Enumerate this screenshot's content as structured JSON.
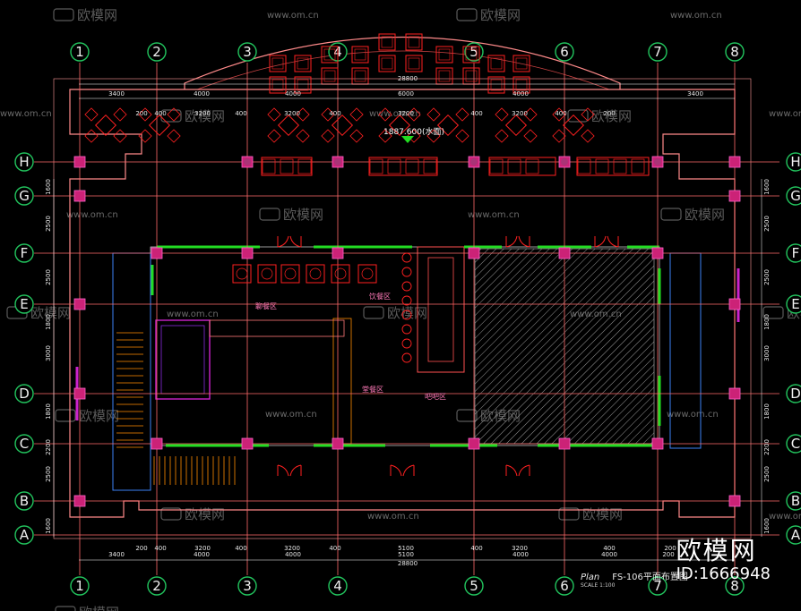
{
  "axes": {
    "columns": [
      "1",
      "2",
      "3",
      "4",
      "5",
      "6",
      "7",
      "8"
    ],
    "rows": [
      "H",
      "G",
      "F",
      "E",
      "D",
      "C",
      "B",
      "A"
    ]
  },
  "dims_top": {
    "total": "28800",
    "segments": [
      "3400",
      "4000",
      "4000",
      "6000",
      "4000",
      "3400"
    ]
  },
  "dims_inner": [
    "200",
    "400",
    "3200",
    "400",
    "3200",
    "400",
    "3200",
    "400",
    "3200",
    "400",
    "200"
  ],
  "dims_bottom": {
    "total": "28800",
    "row1": [
      "3400",
      "4000",
      "4000",
      "5100",
      "4000",
      "4000",
      "200"
    ],
    "row2": [
      "200",
      "400",
      "3200",
      "400",
      "3200",
      "400",
      "5100",
      "400",
      "3200",
      "400",
      "200"
    ]
  },
  "dims_left": [
    "1600",
    "2500",
    "2500",
    "1800",
    "3000",
    "1800",
    "2200",
    "2500",
    "1600"
  ],
  "elevation": "1887.600(水面)",
  "zone_labels": {
    "left_seating": "聊餐区",
    "bar_top": "饮餐区",
    "center": "堂餐区",
    "bar_bottom": "吧吧区"
  },
  "plan": {
    "prefix": "Plan",
    "title": "FS-106平面布置图",
    "scale": "SCALE  1:100"
  },
  "watermark": {
    "brand": "欧模网",
    "url": "www.om.cn"
  },
  "brand_badge": {
    "name": "欧模网",
    "id": "ID:1666948"
  },
  "colors": {
    "background": "#000000",
    "grid": "#ff6b6b",
    "axis_circle": "#22c55e",
    "wall_green": "#22dd22",
    "furniture_red": "#ff2020",
    "column_magenta": "#cc2277",
    "outline": "#ff8a8a"
  }
}
